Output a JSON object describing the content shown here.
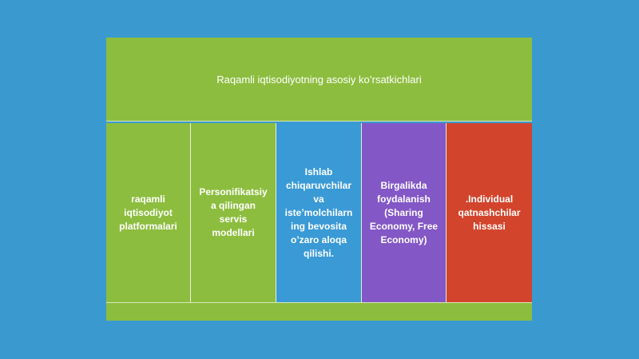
{
  "diagram": {
    "title": "Raqamli iqtisodiyotning asosiy ko’rsatkichlari",
    "boxes": [
      {
        "label": "raqamli\niqtisodiyot\nplatformalari",
        "color": "#8dbd3f"
      },
      {
        "label": "Personifikatsiy\na qilingan\nservis\nmodellari",
        "color": "#8dbd3f"
      },
      {
        "label": "Ishlab\nchiqaruvchilar\nva\niste’molchilarn\ning bevosita\no’zaro aloqa\nqilishi.",
        "color": "#3a9ad6"
      },
      {
        "label": "Birgalikda\nfoydalanish\n(Sharing\nEconomy, Free\nEconomy)",
        "color": "#8357c6"
      },
      {
        "label": ".Individual\nqatnashchilar\nhissasi",
        "color": "#d2452c"
      }
    ],
    "header_color": "#8dbd3f",
    "background_color": "#3a9ad0"
  }
}
